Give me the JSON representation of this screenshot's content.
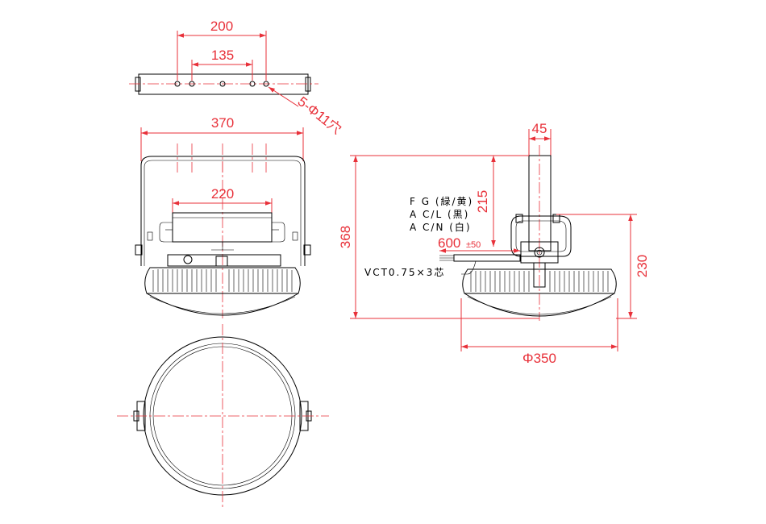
{
  "dimensions": {
    "bracket_holes_outer": "200",
    "bracket_holes_inner": "135",
    "bracket_hole_spec": "5-Φ11穴",
    "front_width": "370",
    "front_inner_width": "220",
    "total_height": "368",
    "pipe_width": "45",
    "arm_height": "215",
    "cable_length": "600",
    "cable_tolerance": "±50",
    "body_height": "230",
    "diameter": "Φ350"
  },
  "notes": {
    "fg_wire": "F G (緑/黄)",
    "acl_wire": "A C/L (黒)",
    "acn_wire": "A C/N (白)",
    "cable_type": "VCT0.75×3芯"
  },
  "colors": {
    "dimension": "#e8313a",
    "outline": "#000000"
  }
}
